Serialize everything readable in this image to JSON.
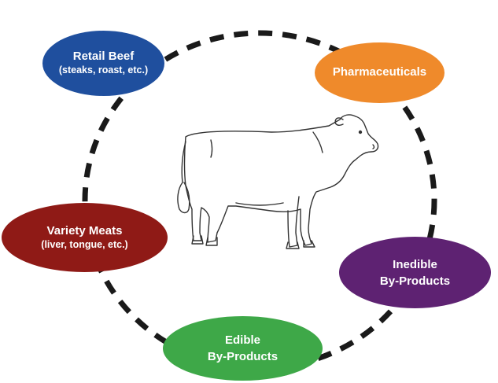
{
  "colors": {
    "retail": "#1f4f9e",
    "pharma": "#ef8a2b",
    "variety": "#8f1a16",
    "inedible": "#5e2272",
    "edible": "#3ea848",
    "ring": "#1a1a1a"
  },
  "nodes": {
    "retail": {
      "title": "Retail Beef",
      "subtitle": "(steaks, roast, etc.)"
    },
    "pharma": {
      "title": "Pharmaceuticals"
    },
    "variety": {
      "title": "Variety Meats",
      "subtitle": "(liver, tongue, etc.)"
    },
    "inedible": {
      "line1": "Inedible",
      "line2": "By-Products"
    },
    "edible": {
      "line1": "Edible",
      "line2": "By-Products"
    }
  },
  "center": {
    "icon": "cow-icon"
  }
}
